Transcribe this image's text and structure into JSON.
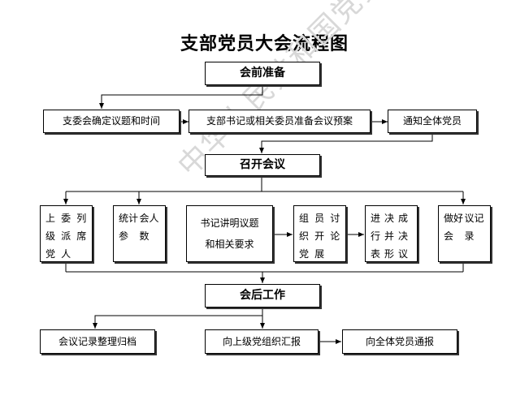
{
  "title": "支部党员大会流程图",
  "watermark": "中华人民共和国党员支部",
  "stages": {
    "prep": {
      "header": "会前准备",
      "steps": [
        "支委会确定议题和时间",
        "支部书记或相关委员准备会议预案",
        "通知全体党员"
      ]
    },
    "meeting": {
      "header": "召开会议",
      "steps": [
        [
          "上级党",
          "委派人",
          "列席"
        ],
        [
          "统计参",
          "会人数"
        ],
        [
          "书记讲明议题",
          "和相关要求"
        ],
        [
          "组织党",
          "员开展",
          "讨论"
        ],
        [
          "进行表",
          "决并形",
          "成决议"
        ],
        [
          "做好会",
          "议记录"
        ]
      ]
    },
    "after": {
      "header": "会后工作",
      "steps": [
        "会议记录整理归档",
        "向上级党组织汇报",
        "向全体党员通报"
      ]
    }
  }
}
